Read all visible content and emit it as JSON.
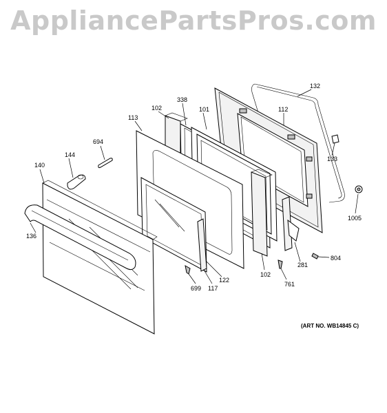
{
  "watermark": "AppliancePartsPros.com",
  "art_number": "(ART NO. WB14845 C)",
  "labels": {
    "l132": "132",
    "l338": "338",
    "l102a": "102",
    "l101": "101",
    "l112": "112",
    "l113": "113",
    "l694": "694",
    "l144": "144",
    "l140": "140",
    "l133": "133",
    "l1005": "1005",
    "l136": "136",
    "l804": "804",
    "l281": "281",
    "l102b": "102",
    "l761": "761",
    "l699": "699",
    "l117": "117",
    "l122": "122"
  }
}
